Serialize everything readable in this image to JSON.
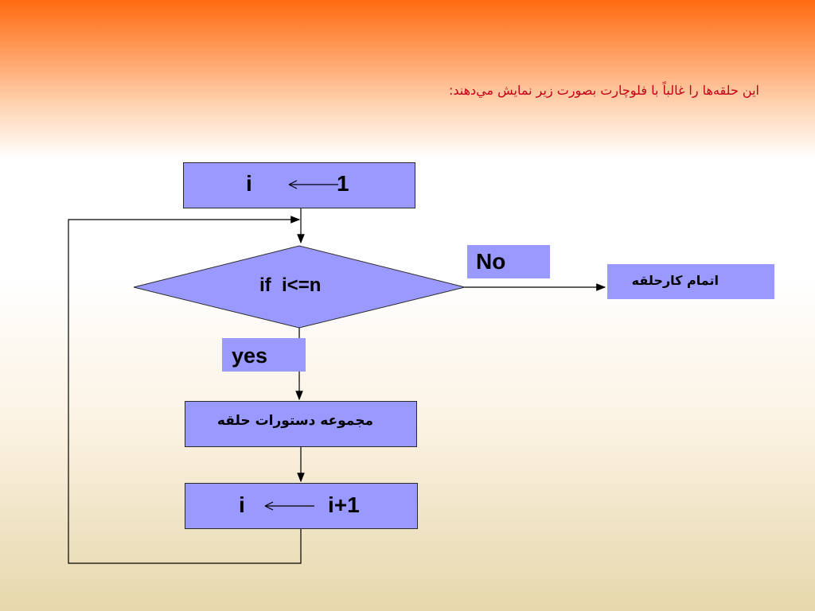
{
  "heading": "اين حلقه‌ها را غالباً با فلوچارت بصورت زير نمايش مي‌دهند:",
  "init_box": {
    "var": "i",
    "value": "1"
  },
  "decision": {
    "keyword": "if",
    "condition": "i<=n"
  },
  "no_label": "No",
  "yes_label": "yes",
  "end_box": "اتمام كارحلقه",
  "body_box": "مجموعه دستورات حلقه",
  "increment_box": {
    "var": "i",
    "value": "i+1"
  },
  "colors": {
    "box_fill": "#9999ff",
    "heading_text": "#c40018"
  }
}
